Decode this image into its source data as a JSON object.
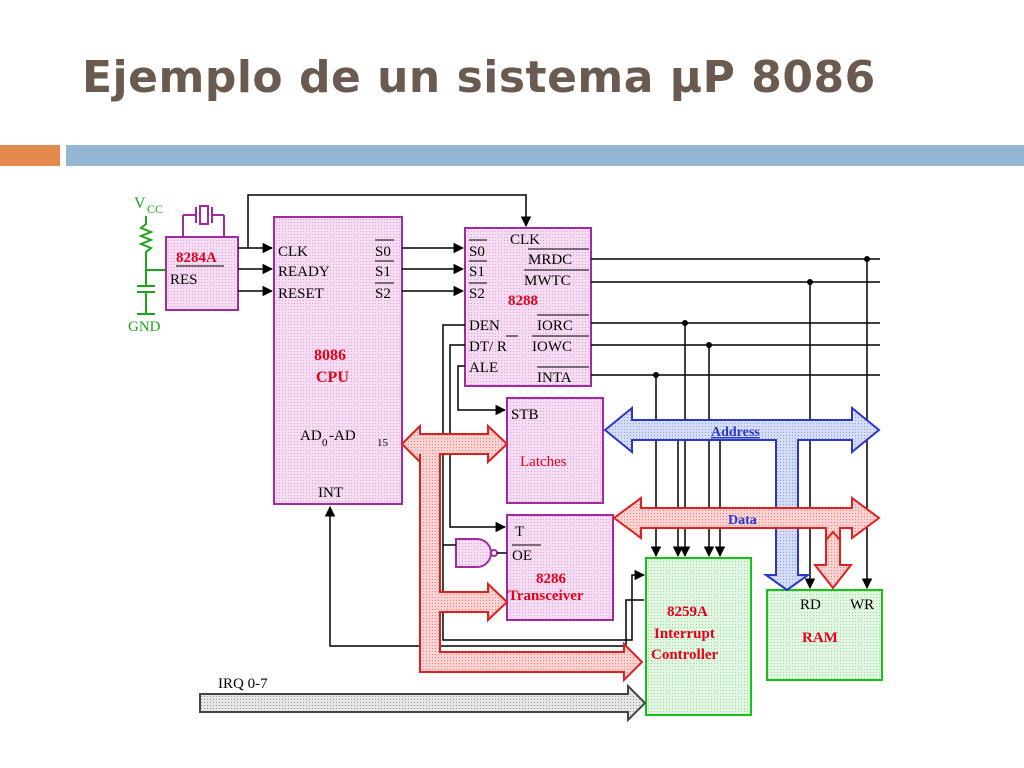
{
  "slide": {
    "title": "Ejemplo de un sistema ",
    "title_symbol": "µ",
    "title_tail": "P 8086"
  },
  "colors": {
    "title": "#6b5a4f",
    "accent_orange": "#e38a4f",
    "accent_blue": "#94b6d2",
    "chip_fill": "#f4d3ef",
    "chip_border": "#a02aa0",
    "chip_red_text": "#e8001c",
    "green_chip_fill": "#d6f5d6",
    "green_chip_border": "#14c414",
    "bus_red": "#e0201e",
    "bus_red_fill": "#f6b7b7",
    "bus_blue": "#2a37c8",
    "bus_blue_fill": "#b9c5ec",
    "bus_grey_fill": "#cfcfcf",
    "vcc_green": "#1aa61a"
  },
  "diagram": {
    "vcc": {
      "main": "V",
      "sub": "CC"
    },
    "gnd": "GND",
    "clockgen": {
      "name": "8284A",
      "pin_res": "RES"
    },
    "cpu": {
      "pins_left": [
        "CLK",
        "READY",
        "RESET"
      ],
      "pins_right": [
        "S0",
        "S1",
        "S2"
      ],
      "name_line1": "8086",
      "name_line2": "CPU",
      "ad_main": "AD",
      "ad_sub0": "0",
      "ad_dash": "-AD",
      "ad_sub15": "15",
      "int": "INT"
    },
    "bus_ctrl": {
      "name": "8288",
      "clk": "CLK",
      "pins_left": [
        "S0",
        "S1",
        "S2"
      ],
      "den": "DEN",
      "dtr": "DT/ R",
      "ale": "ALE",
      "pins_right": [
        "MRDC",
        "MWTC",
        "IORC",
        "IOWC",
        "INTA"
      ]
    },
    "latches": {
      "stb": "STB",
      "name": "Latches"
    },
    "transceiver": {
      "t": "T",
      "oe": "OE",
      "name_line1": "8286",
      "name_line2": "Transceiver"
    },
    "pic": {
      "name_line1": "8259A",
      "name_line2": "Interrupt",
      "name_line3": "Controller"
    },
    "ram": {
      "rd": "RD",
      "wr": "WR",
      "name": "RAM"
    },
    "address_bus": "Address",
    "data_bus": "Data",
    "irq": "IRQ 0-7"
  }
}
